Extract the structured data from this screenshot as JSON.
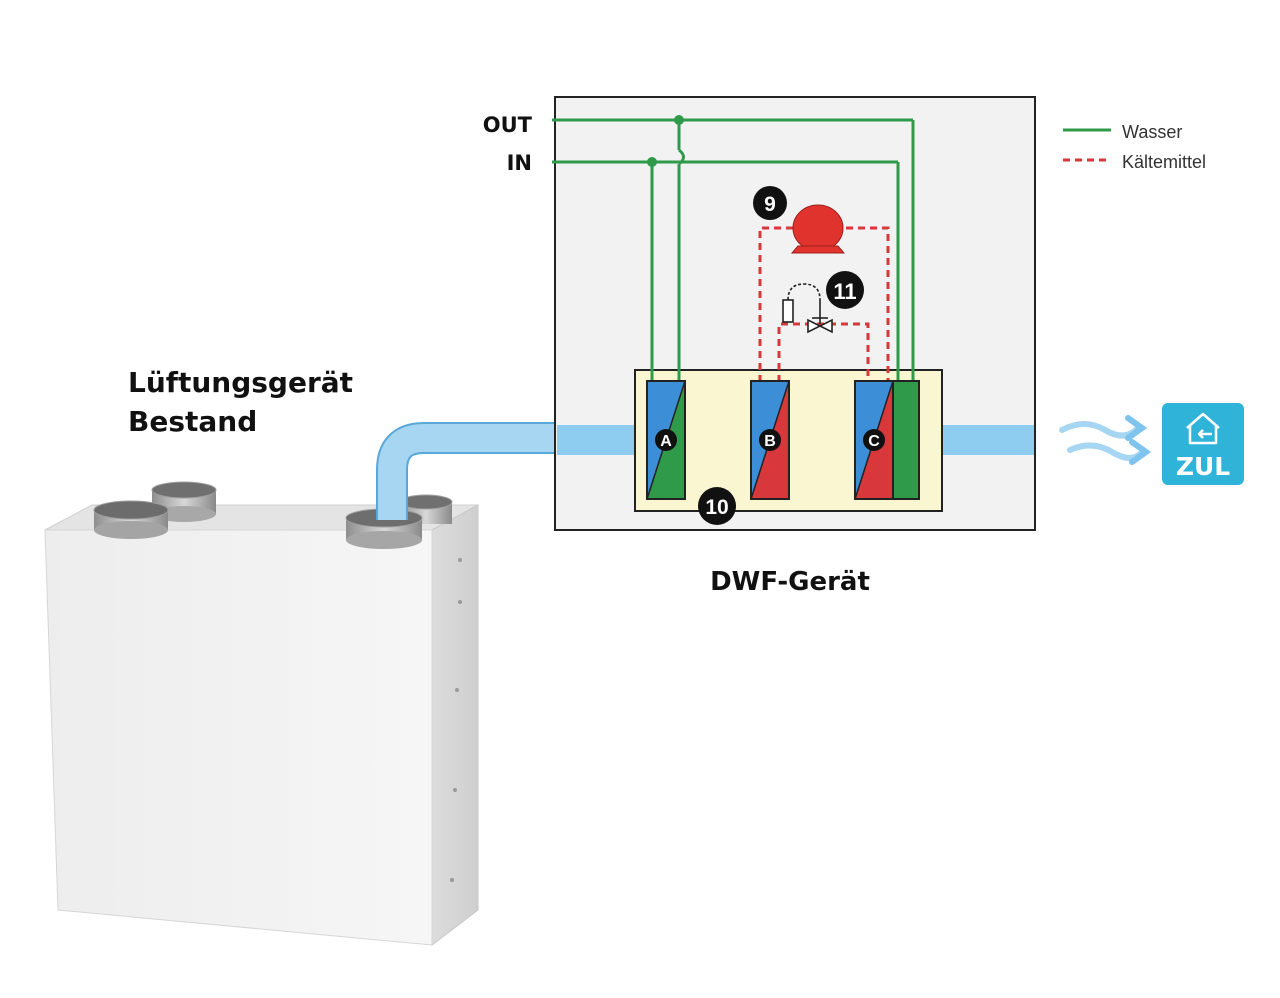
{
  "labels": {
    "out": "OUT",
    "in": "IN",
    "unit_name": "DWF-Gerät",
    "existing_unit_line1": "Lüftungsgerät",
    "existing_unit_line2": "Bestand",
    "supply_badge": "ZUL"
  },
  "legend": {
    "water": "Wasser",
    "refrigerant": "Kältemittel"
  },
  "markers": {
    "heat_exchanger_a": "A",
    "heat_exchanger_b": "B",
    "heat_exchanger_c": "C",
    "compressor_number": "9",
    "unit_number": "10",
    "valve_number": "11"
  },
  "colors": {
    "water_line": "#2f9a4a",
    "refrigerant_line": "#d8373b",
    "air_duct": "#8fcdf0",
    "panel_bg": "#f2f2f2",
    "unit_bg": "#fbf6d2",
    "coil_blue": "#3c8fd6",
    "coil_green": "#2f9a4a",
    "coil_red": "#d8373b",
    "compressor": "#e0332e",
    "badge": "#2fb3d8"
  },
  "icons": {
    "compressor": "compressor-icon",
    "expansion_valve": "expansion-valve-icon",
    "airflow": "airflow-arrows-icon",
    "supply_air": "house-supply-icon"
  }
}
